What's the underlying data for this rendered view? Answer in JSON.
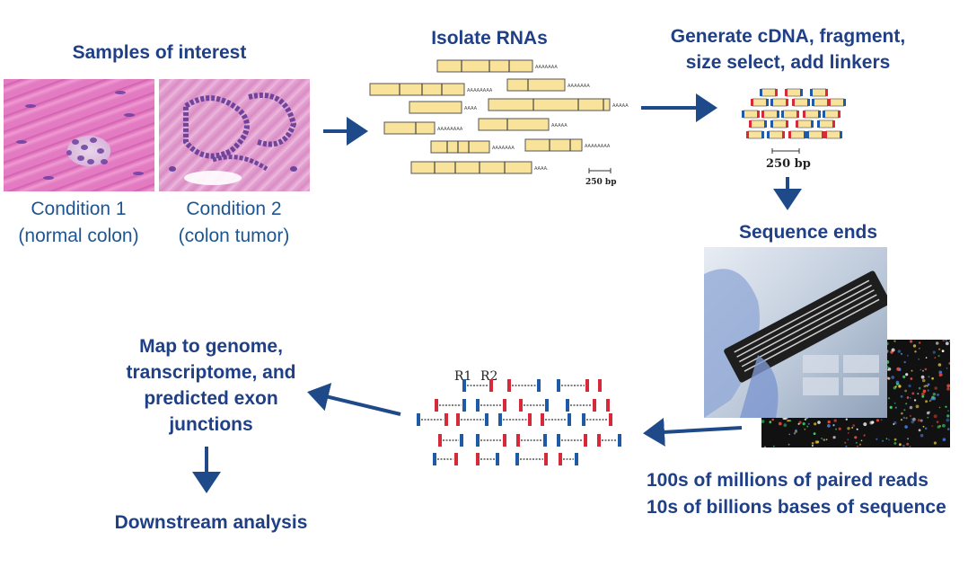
{
  "steps": {
    "samples": "Samples of interest",
    "condition1_name": "Condition 1",
    "condition1_desc": "(normal colon)",
    "condition2_name": "Condition 2",
    "condition2_desc": "(colon tumor)",
    "isolate": "Isolate RNAs",
    "generate_line1": "Generate cDNA, fragment,",
    "generate_line2": "size select, add linkers",
    "sequence": "Sequence ends",
    "map_line1": "Map to genome,",
    "map_line2": "transcriptome, and",
    "map_line3": "predicted exon",
    "map_line4": "junctions",
    "downstream": "Downstream analysis",
    "reads_line1": "100s of millions of paired reads",
    "reads_line2": "10s of billions bases of sequence"
  },
  "rna_scale": "250 bp",
  "cdna_scale": "250 bp",
  "read_labels": {
    "r1": "R1",
    "r2": "R2"
  },
  "rna_tails": [
    "AAAAAAA",
    "AAAAAAAA",
    "AAAAAAA",
    "AAAA",
    "AAAAA",
    "AAAAAAAA",
    "AAAAA",
    "AAAAAAA",
    "AAAAAAAA",
    "AAAA."
  ],
  "colors": {
    "label": "#1f3f86",
    "condition": "#1f5590",
    "arrow": "#1f4a8a",
    "rna_fill": "#f9e39a",
    "read_blue": "#1f5aa6",
    "read_red": "#d42a3a"
  }
}
